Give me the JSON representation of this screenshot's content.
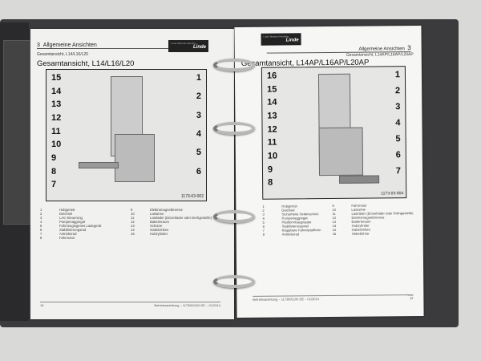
{
  "left_page": {
    "chapter_number": "3",
    "chapter_title": "Allgemeine Ansichten",
    "logo": "Linde",
    "subtitle": "Gesamtansicht, L14/L16/L20",
    "title": "Gesamtansicht, L14/L16/L20",
    "figure": {
      "id": "1173-03-002",
      "left_callouts": [
        "15",
        "14",
        "13",
        "12",
        "11",
        "10",
        "9",
        "8",
        "7"
      ],
      "right_callouts": [
        "1",
        "2",
        "3",
        "4",
        "5",
        "6"
      ]
    },
    "legend": [
      [
        "1",
        "Hubgerüst"
      ],
      [
        "2",
        "Deichsel"
      ],
      [
        "3",
        "LAC-Steuerung"
      ],
      [
        "4",
        "Pumpenaggregat"
      ],
      [
        "5",
        "Fahrzeugeigenes Ladegerät"
      ],
      [
        "6",
        "Stabilisierungsrad"
      ],
      [
        "7",
        "Antriebsrad"
      ],
      [
        "8",
        "Fahrmotor"
      ],
      [
        "9",
        "Elektromagnetbremse"
      ],
      [
        "10",
        "Lastarme"
      ],
      [
        "11",
        "Lasträder (Einzelräder oder Drehgestelle)"
      ],
      [
        "12",
        "Batterieraum"
      ],
      [
        "13",
        "Schürze"
      ],
      [
        "14",
        "Gabelzinken"
      ],
      [
        "15",
        "Hubzylinder"
      ]
    ],
    "page_number": "18",
    "footer": "Betriebsanleitung – 1173801100 DE – 01/2014"
  },
  "right_page": {
    "chapter_number": "3",
    "chapter_title": "Allgemeine Ansichten",
    "logo": "Linde",
    "subtitle": "Gesamtansicht, L14AP/L16AP/L20AP",
    "title": "Gesamtansicht, L14AP/L16AP/L20AP",
    "figure": {
      "id": "1173-03-004",
      "left_callouts": [
        "16",
        "15",
        "14",
        "13",
        "12",
        "11",
        "10",
        "9",
        "8"
      ],
      "right_callouts": [
        "1",
        "2",
        "3",
        "4",
        "5",
        "6",
        "7"
      ]
    },
    "legend": [
      [
        "1",
        "Hubgerüst"
      ],
      [
        "2",
        "Deichsel"
      ],
      [
        "3",
        "Sicherheits-Seitenschutz"
      ],
      [
        "4",
        "Pumpenaggregat"
      ],
      [
        "5",
        "Plattformbaugruppe"
      ],
      [
        "6",
        "Stabilisierungsrad"
      ],
      [
        "7",
        "Klappbare Fahrerplattform"
      ],
      [
        "8",
        "Antriebsrad"
      ],
      [
        "9",
        "Fahrmotor"
      ],
      [
        "10",
        "Lastarme"
      ],
      [
        "11",
        "Lasträder (Einzelräder oder Drehgestelle)"
      ],
      [
        "12",
        "Elektromagnetbremse"
      ],
      [
        "13",
        "Batterieraum"
      ],
      [
        "14",
        "Hubzylinder"
      ],
      [
        "15",
        "Gabelzinken"
      ],
      [
        "16",
        "Hebebühne"
      ]
    ],
    "page_number": "19",
    "footer": "Betriebsanleitung – 1173801100 DE – 01/2014"
  }
}
